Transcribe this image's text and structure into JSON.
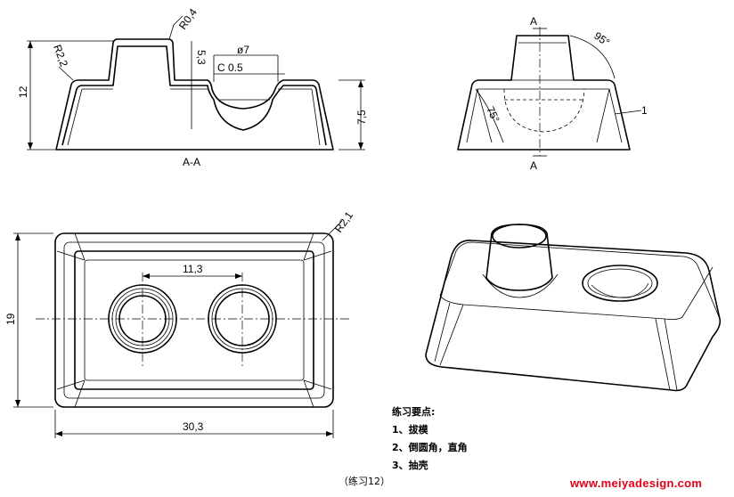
{
  "section_view": {
    "label": "A-A",
    "dims": {
      "r04": "R0,4",
      "r22": "R2,2",
      "phi7": "ø7",
      "c05": "C 0.5",
      "d53": "5,3",
      "d12": "12",
      "d75": "7,5"
    }
  },
  "side_view": {
    "cut_label": "A",
    "dims": {
      "a95": "95°",
      "a75": "75°",
      "d1": "1"
    }
  },
  "top_view": {
    "dims": {
      "r21": "R2,1",
      "d113": "11,3",
      "d19": "19",
      "d303": "30,3"
    }
  },
  "notes": {
    "title": "练习要点:",
    "items": [
      "1、拔模",
      "2、倒圆角，直角",
      "3、抽壳"
    ]
  },
  "caption": "（练习12）",
  "watermark": "www.meiyadesign.com"
}
